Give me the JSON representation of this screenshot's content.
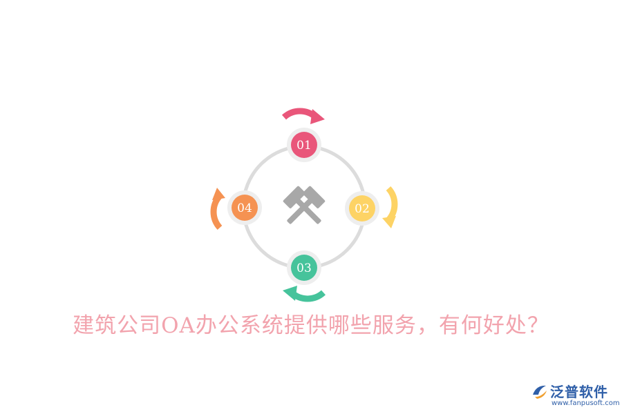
{
  "diagram": {
    "nodes": [
      {
        "id": "01",
        "label": "01",
        "color": "#e9567a"
      },
      {
        "id": "02",
        "label": "02",
        "color": "#fdd365"
      },
      {
        "id": "03",
        "label": "03",
        "color": "#46c39b"
      },
      {
        "id": "04",
        "label": "04",
        "color": "#f59252"
      }
    ],
    "center_icon": "crossed-hammers-icon",
    "ring_color": "#dcdcdc",
    "node_halo_color": "#eeeeee",
    "icon_color": "#a8a8a8"
  },
  "headline": "建筑公司OA办公系统提供哪些服务，有何好处？",
  "logo": {
    "name": "泛普软件",
    "url": "www.fanpusoft.com",
    "icon": "fanpu-logo-icon",
    "color": "#2f5fa8"
  }
}
